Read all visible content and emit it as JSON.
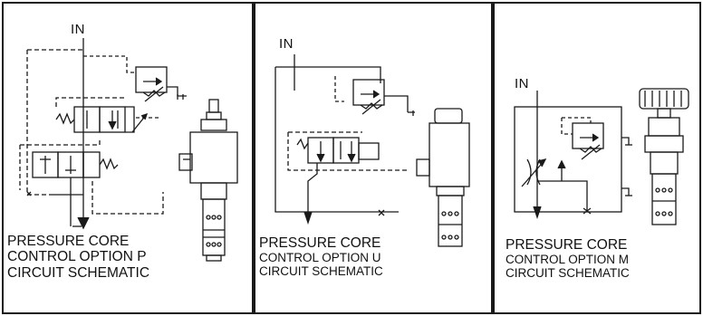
{
  "panels": [
    {
      "in_label": "IN",
      "caption": [
        "PRESSURE CORE",
        "CONTROL OPTION P",
        "CIRCUIT SCHEMATIC"
      ]
    },
    {
      "in_label": "IN",
      "caption": [
        "PRESSURE CORE",
        "CONTROL OPTION U",
        "CIRCUIT SCHEMATIC"
      ]
    },
    {
      "in_label": "IN",
      "caption": [
        "PRESSURE CORE",
        "CONTROL OPTION M",
        "CIRCUIT SCHEMATIC"
      ]
    }
  ],
  "colors": {
    "line": "#1a1a1a",
    "background": "#ffffff"
  }
}
